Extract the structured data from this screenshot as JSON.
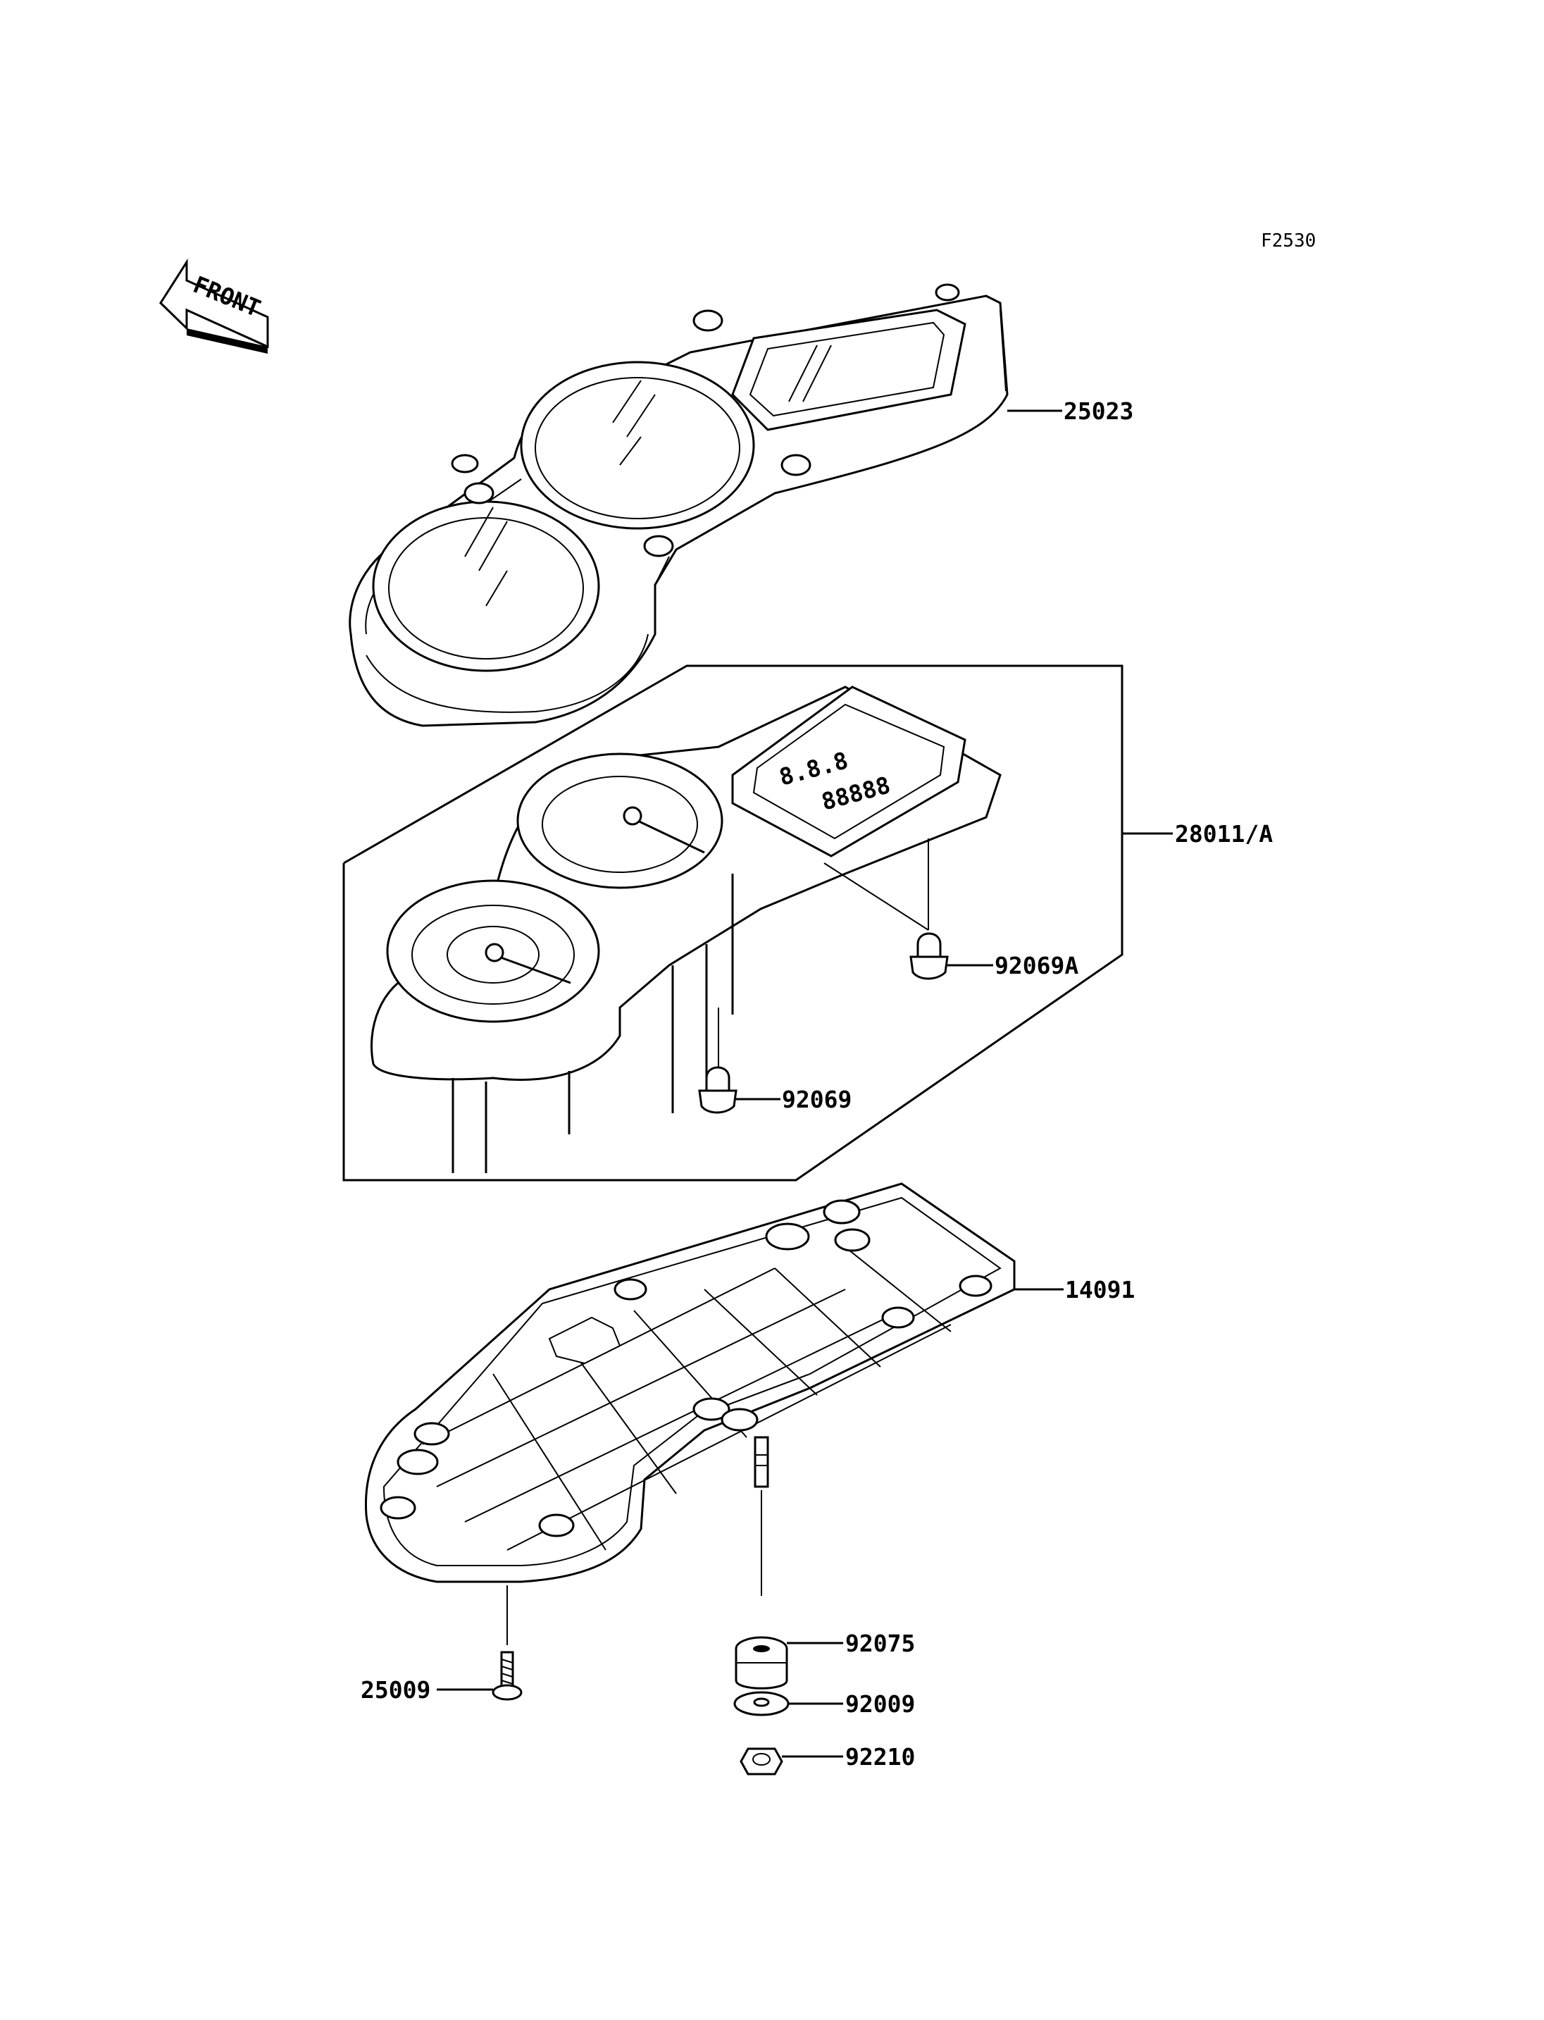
{
  "figure_code": "F2530",
  "front_arrow_label": "FRONT",
  "callouts": [
    {
      "id": "meter-case-cover",
      "part_number": "25023"
    },
    {
      "id": "meter-assembly",
      "part_number": "28011/A"
    },
    {
      "id": "bulb-a",
      "part_number": "92069A"
    },
    {
      "id": "bulb",
      "part_number": "92069"
    },
    {
      "id": "meter-case-bottom",
      "part_number": "14091"
    },
    {
      "id": "damper",
      "part_number": "92075"
    },
    {
      "id": "screw",
      "part_number": "92009"
    },
    {
      "id": "washer",
      "part_number": "25009"
    },
    {
      "id": "nut",
      "part_number": "92210"
    }
  ]
}
